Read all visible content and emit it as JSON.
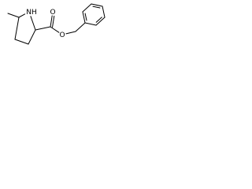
{
  "molecule": {
    "atoms": [
      {
        "id": "methyl",
        "element": "C",
        "label": ""
      },
      {
        "id": "c5",
        "element": "C",
        "label": ""
      },
      {
        "id": "n1",
        "element": "N",
        "label": "NH"
      },
      {
        "id": "c2",
        "element": "C",
        "label": ""
      },
      {
        "id": "c3",
        "element": "C",
        "label": ""
      },
      {
        "id": "c4",
        "element": "C",
        "label": ""
      },
      {
        "id": "c_carbonyl",
        "element": "C",
        "label": ""
      },
      {
        "id": "o_carbonyl",
        "element": "O",
        "label": "O"
      },
      {
        "id": "o_ester",
        "element": "O",
        "label": "O"
      },
      {
        "id": "ch2",
        "element": "C",
        "label": ""
      },
      {
        "id": "ph1",
        "element": "C",
        "label": ""
      },
      {
        "id": "ph2",
        "element": "C",
        "label": ""
      },
      {
        "id": "ph3",
        "element": "C",
        "label": ""
      },
      {
        "id": "ph4",
        "element": "C",
        "label": ""
      },
      {
        "id": "ph5",
        "element": "C",
        "label": ""
      },
      {
        "id": "ph6",
        "element": "C",
        "label": ""
      }
    ],
    "bonds": [
      {
        "from": "methyl",
        "to": "c5",
        "order": 1
      },
      {
        "from": "c5",
        "to": "n1",
        "order": 1
      },
      {
        "from": "n1",
        "to": "c2",
        "order": 1
      },
      {
        "from": "c2",
        "to": "c3",
        "order": 1
      },
      {
        "from": "c3",
        "to": "c4",
        "order": 1
      },
      {
        "from": "c4",
        "to": "c5",
        "order": 1
      },
      {
        "from": "c2",
        "to": "c_carbonyl",
        "order": 1
      },
      {
        "from": "c_carbonyl",
        "to": "o_carbonyl",
        "order": 2
      },
      {
        "from": "c_carbonyl",
        "to": "o_ester",
        "order": 1
      },
      {
        "from": "o_ester",
        "to": "ch2",
        "order": 1
      },
      {
        "from": "ch2",
        "to": "ph1",
        "order": 1
      },
      {
        "from": "ph1",
        "to": "ph2",
        "order": 2
      },
      {
        "from": "ph2",
        "to": "ph3",
        "order": 1
      },
      {
        "from": "ph3",
        "to": "ph4",
        "order": 2
      },
      {
        "from": "ph4",
        "to": "ph5",
        "order": 1
      },
      {
        "from": "ph5",
        "to": "ph6",
        "order": 2
      },
      {
        "from": "ph6",
        "to": "ph1",
        "order": 1
      }
    ]
  }
}
